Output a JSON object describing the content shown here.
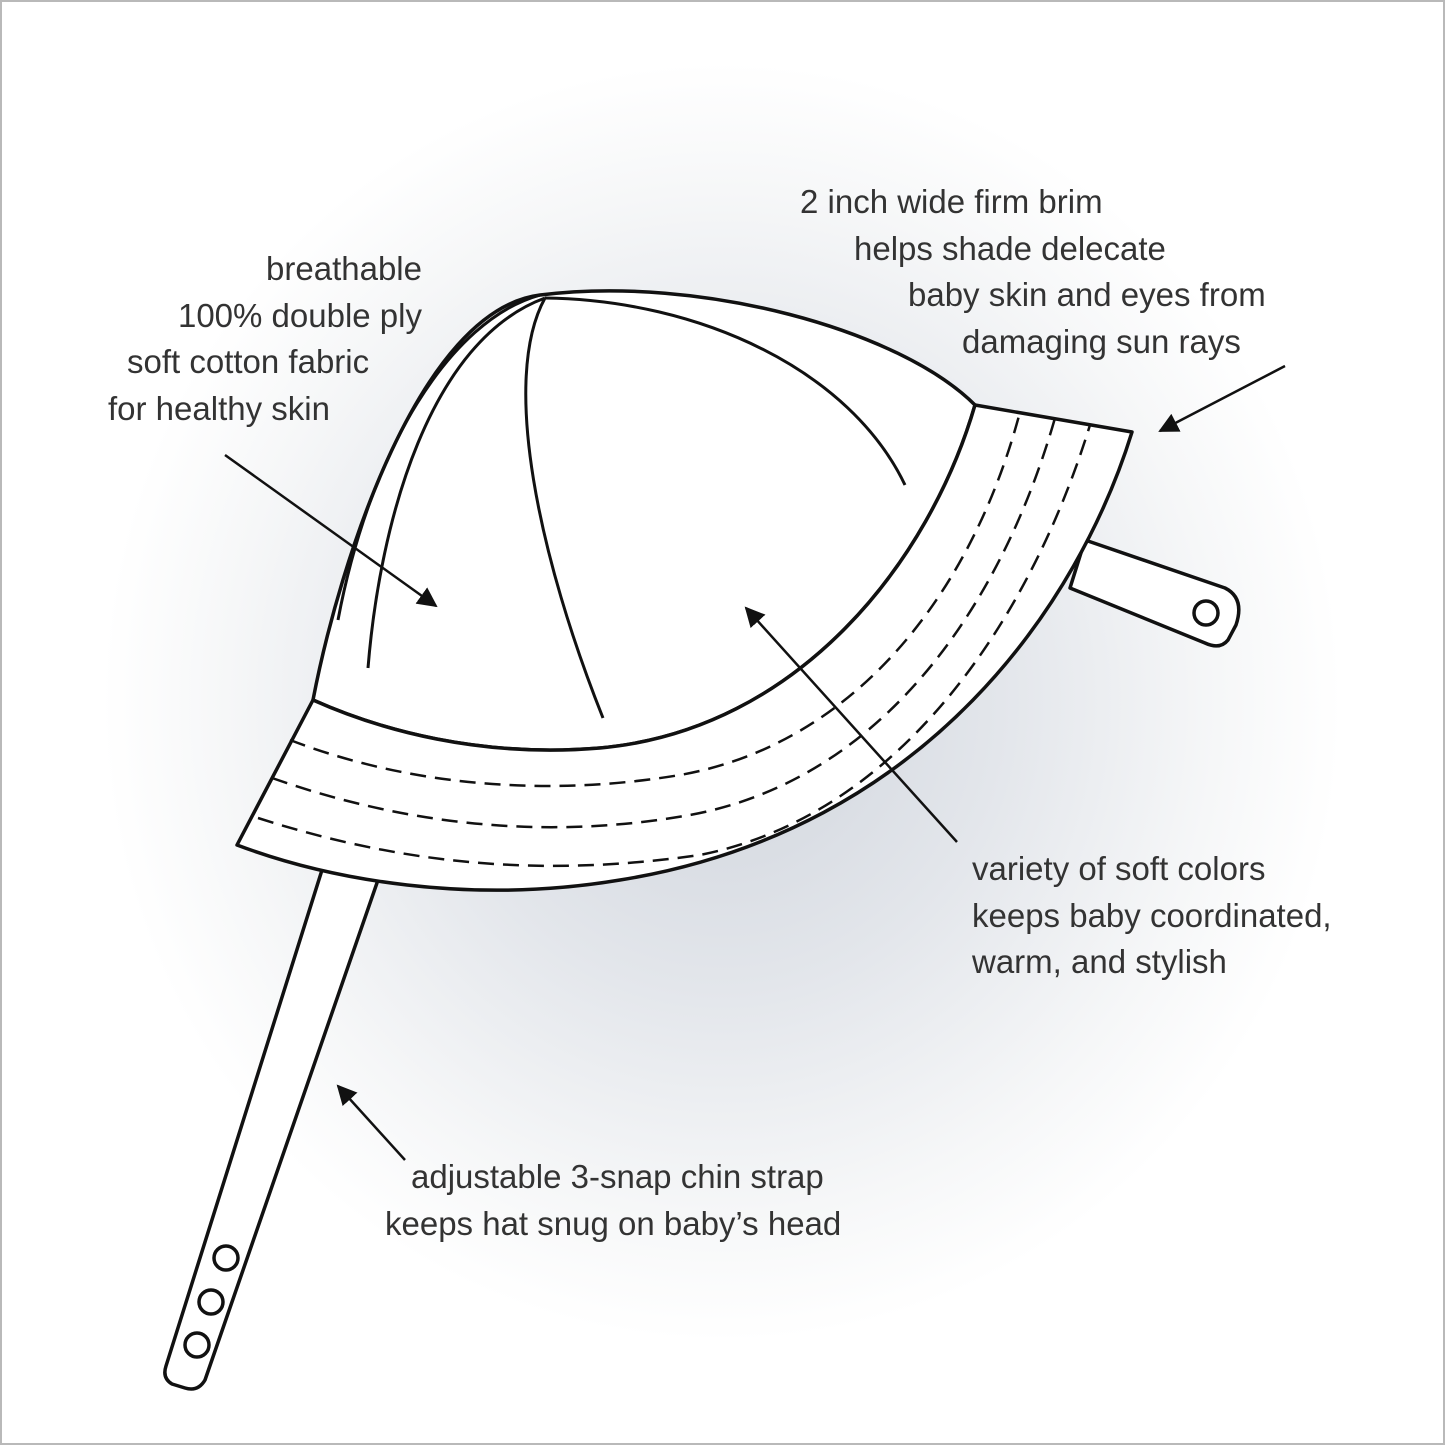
{
  "annotations": {
    "fabric": [
      "breathable",
      "100% double ply",
      "soft cotton fabric",
      "for healthy skin"
    ],
    "brim": [
      "2 inch wide firm brim",
      "helps shade delecate",
      "baby skin and eyes from",
      "damaging sun rays"
    ],
    "colors": [
      "variety of soft colors",
      "keeps baby coordinated,",
      "warm, and stylish"
    ],
    "strap": [
      "adjustable 3-snap chin strap",
      "keeps hat snug on baby’s head"
    ]
  },
  "colors": {
    "line": "#111111",
    "text": "#333333",
    "fill": "#ffffff"
  }
}
